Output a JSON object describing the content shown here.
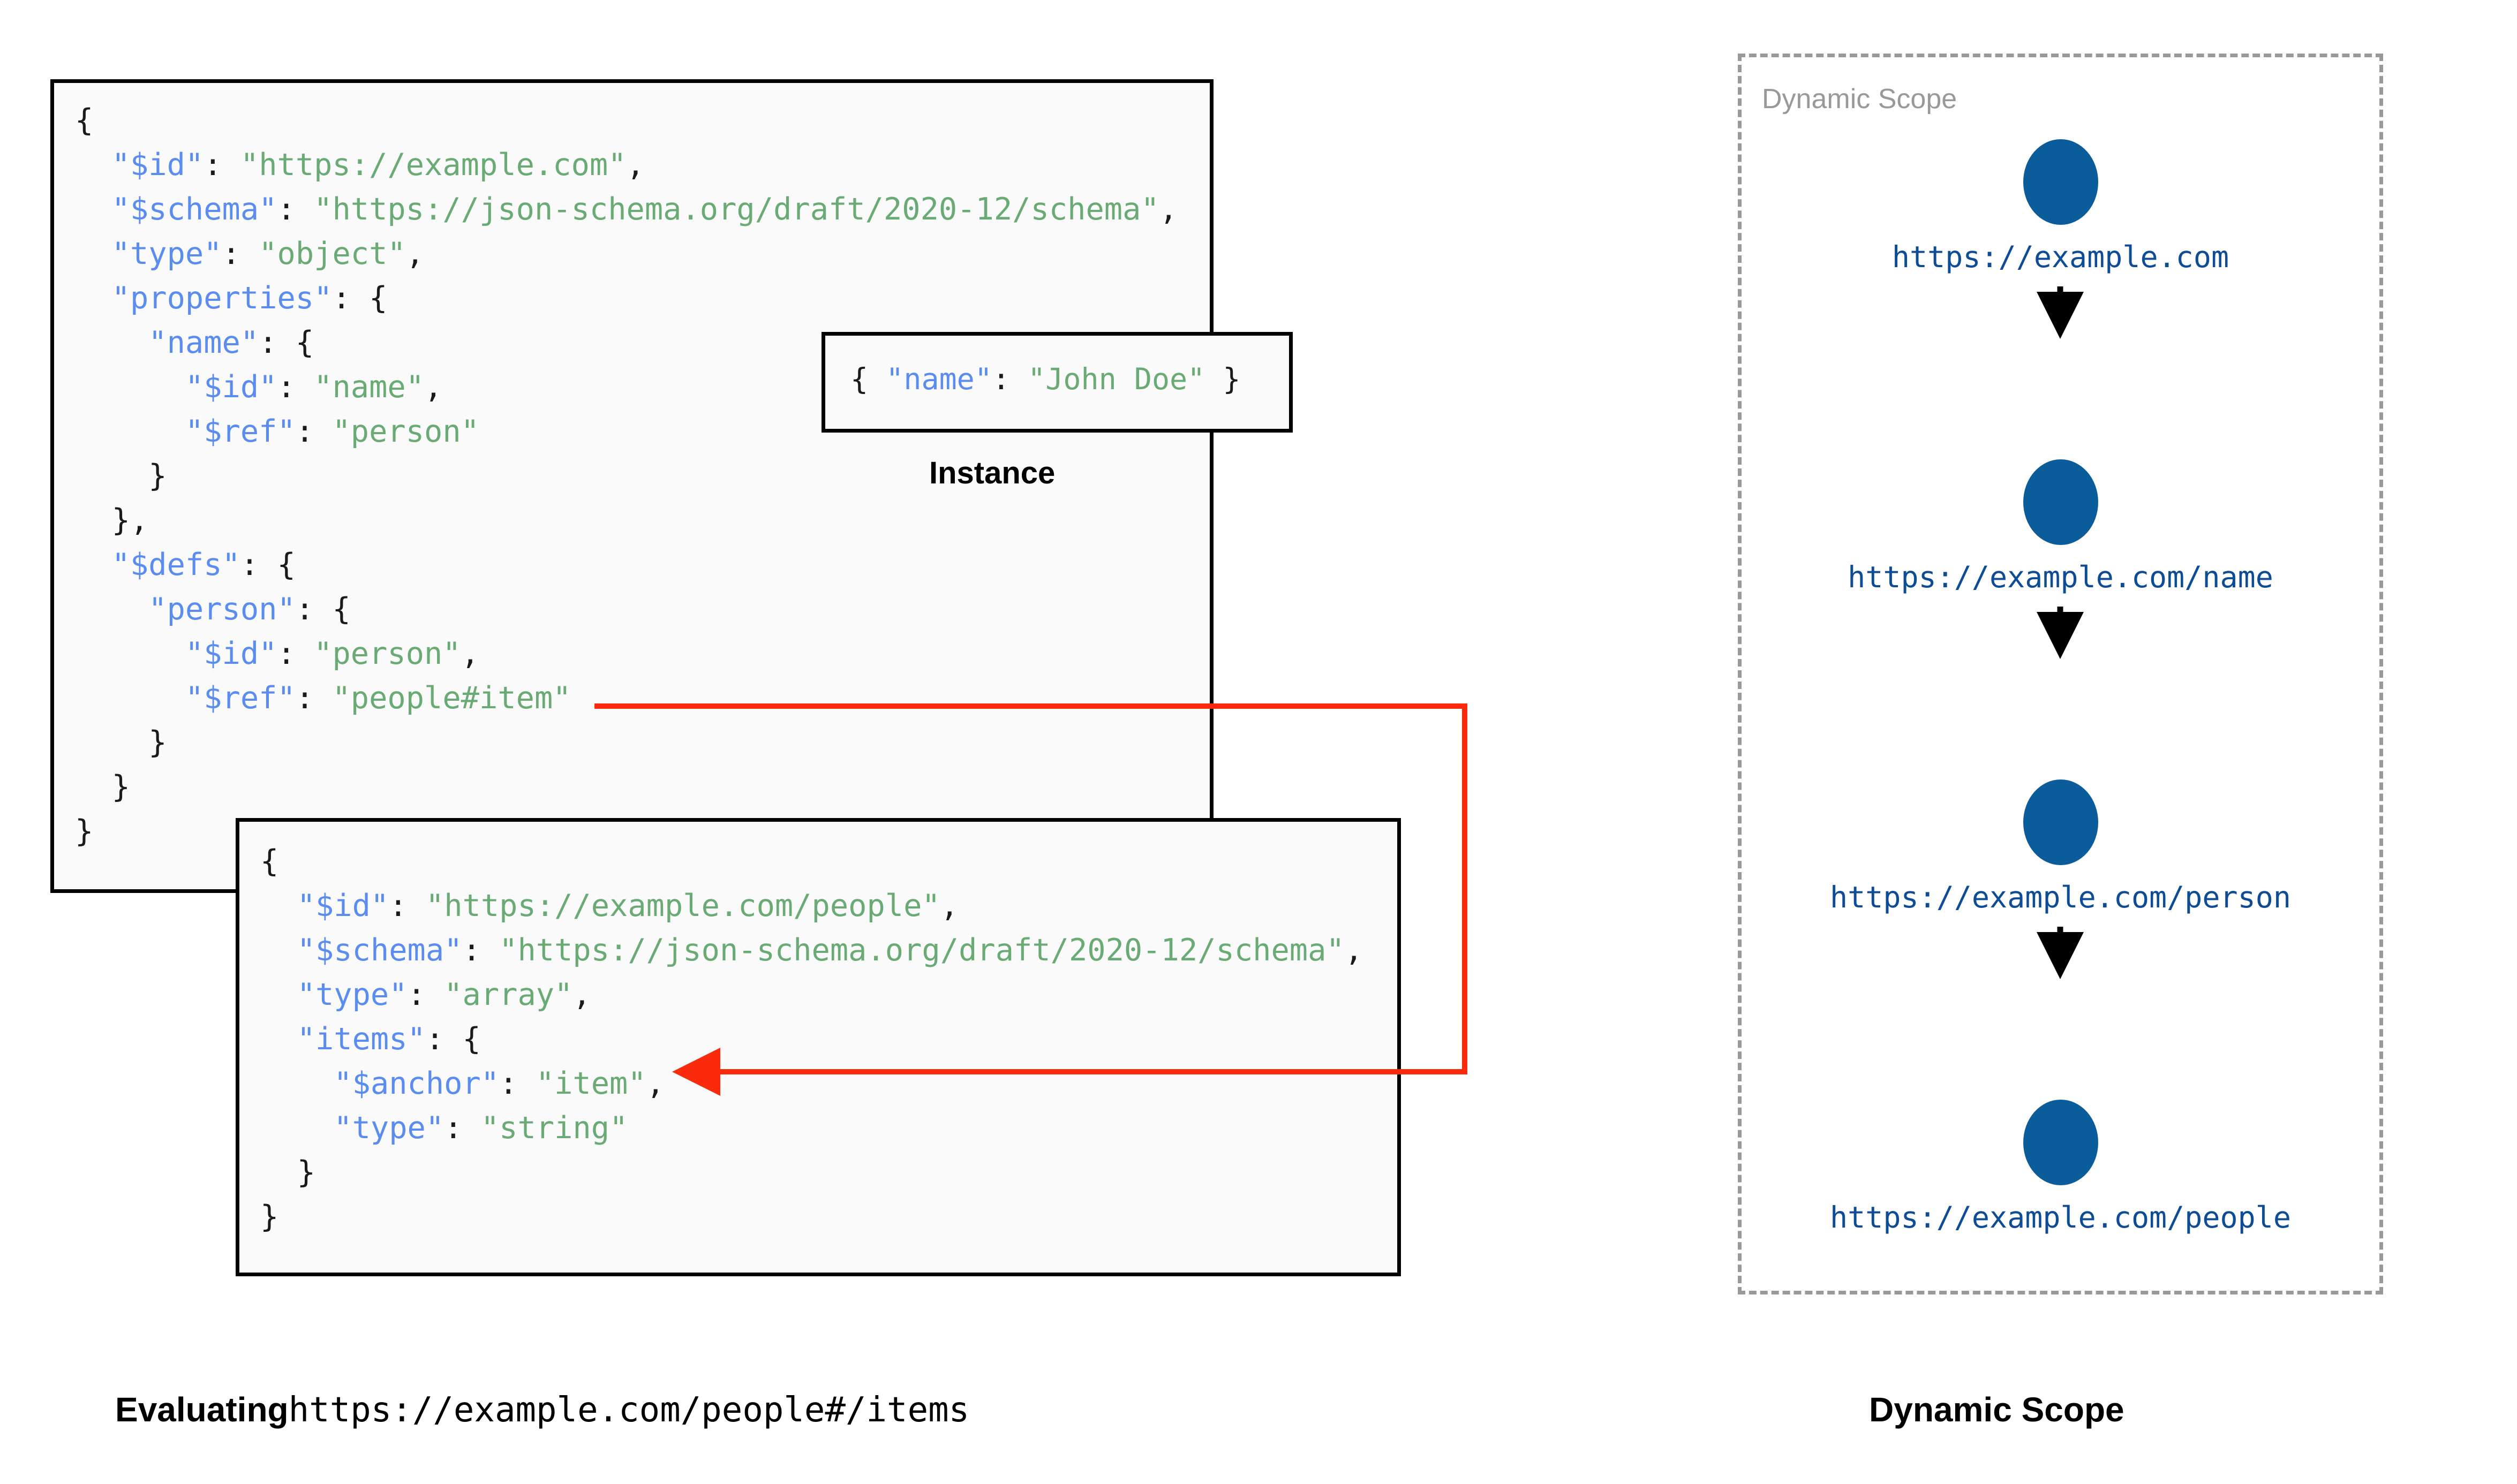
{
  "diagram": {
    "schema_root": {
      "lines": [
        [
          {
            "t": "{",
            "c": "p"
          }
        ],
        [
          {
            "t": "  ",
            "c": "p"
          },
          {
            "t": "\"$id\"",
            "c": "k"
          },
          {
            "t": ": ",
            "c": "p"
          },
          {
            "t": "\"https://example.com\"",
            "c": "s"
          },
          {
            "t": ",",
            "c": "p"
          }
        ],
        [
          {
            "t": "  ",
            "c": "p"
          },
          {
            "t": "\"$schema\"",
            "c": "k"
          },
          {
            "t": ": ",
            "c": "p"
          },
          {
            "t": "\"https://json-schema.org/draft/2020-12/schema\"",
            "c": "s"
          },
          {
            "t": ",",
            "c": "p"
          }
        ],
        [
          {
            "t": "  ",
            "c": "p"
          },
          {
            "t": "\"type\"",
            "c": "k"
          },
          {
            "t": ": ",
            "c": "p"
          },
          {
            "t": "\"object\"",
            "c": "s"
          },
          {
            "t": ",",
            "c": "p"
          }
        ],
        [
          {
            "t": "  ",
            "c": "p"
          },
          {
            "t": "\"properties\"",
            "c": "k"
          },
          {
            "t": ": {",
            "c": "p"
          }
        ],
        [
          {
            "t": "    ",
            "c": "p"
          },
          {
            "t": "\"name\"",
            "c": "k"
          },
          {
            "t": ": {",
            "c": "p"
          }
        ],
        [
          {
            "t": "      ",
            "c": "p"
          },
          {
            "t": "\"$id\"",
            "c": "k"
          },
          {
            "t": ": ",
            "c": "p"
          },
          {
            "t": "\"name\"",
            "c": "s"
          },
          {
            "t": ",",
            "c": "p"
          }
        ],
        [
          {
            "t": "      ",
            "c": "p"
          },
          {
            "t": "\"$ref\"",
            "c": "k"
          },
          {
            "t": ": ",
            "c": "p"
          },
          {
            "t": "\"person\"",
            "c": "s"
          }
        ],
        [
          {
            "t": "    }",
            "c": "p"
          }
        ],
        [
          {
            "t": "  },",
            "c": "p"
          }
        ],
        [
          {
            "t": "  ",
            "c": "p"
          },
          {
            "t": "\"$defs\"",
            "c": "k"
          },
          {
            "t": ": {",
            "c": "p"
          }
        ],
        [
          {
            "t": "    ",
            "c": "p"
          },
          {
            "t": "\"person\"",
            "c": "k"
          },
          {
            "t": ": {",
            "c": "p"
          }
        ],
        [
          {
            "t": "      ",
            "c": "p"
          },
          {
            "t": "\"$id\"",
            "c": "k"
          },
          {
            "t": ": ",
            "c": "p"
          },
          {
            "t": "\"person\"",
            "c": "s"
          },
          {
            "t": ",",
            "c": "p"
          }
        ],
        [
          {
            "t": "      ",
            "c": "p"
          },
          {
            "t": "\"$ref\"",
            "c": "k"
          },
          {
            "t": ": ",
            "c": "p"
          },
          {
            "t": "\"people#item\"",
            "c": "s"
          }
        ],
        [
          {
            "t": "    }",
            "c": "p"
          }
        ],
        [
          {
            "t": "  }",
            "c": "p"
          }
        ],
        [
          {
            "t": "}",
            "c": "p"
          }
        ]
      ]
    },
    "schema_people": {
      "lines": [
        [
          {
            "t": "{",
            "c": "p"
          }
        ],
        [
          {
            "t": "  ",
            "c": "p"
          },
          {
            "t": "\"$id\"",
            "c": "k"
          },
          {
            "t": ": ",
            "c": "p"
          },
          {
            "t": "\"https://example.com/people\"",
            "c": "s"
          },
          {
            "t": ",",
            "c": "p"
          }
        ],
        [
          {
            "t": "  ",
            "c": "p"
          },
          {
            "t": "\"$schema\"",
            "c": "k"
          },
          {
            "t": ": ",
            "c": "p"
          },
          {
            "t": "\"https://json-schema.org/draft/2020-12/schema\"",
            "c": "s"
          },
          {
            "t": ",",
            "c": "p"
          }
        ],
        [
          {
            "t": "  ",
            "c": "p"
          },
          {
            "t": "\"type\"",
            "c": "k"
          },
          {
            "t": ": ",
            "c": "p"
          },
          {
            "t": "\"array\"",
            "c": "s"
          },
          {
            "t": ",",
            "c": "p"
          }
        ],
        [
          {
            "t": "  ",
            "c": "p"
          },
          {
            "t": "\"items\"",
            "c": "k"
          },
          {
            "t": ": {",
            "c": "p"
          }
        ],
        [
          {
            "t": "    ",
            "c": "p"
          },
          {
            "t": "\"$anchor\"",
            "c": "k"
          },
          {
            "t": ": ",
            "c": "p"
          },
          {
            "t": "\"item\"",
            "c": "s"
          },
          {
            "t": ",",
            "c": "p"
          }
        ],
        [
          {
            "t": "    ",
            "c": "p"
          },
          {
            "t": "\"type\"",
            "c": "k"
          },
          {
            "t": ": ",
            "c": "p"
          },
          {
            "t": "\"string\"",
            "c": "s"
          }
        ],
        [
          {
            "t": "  }",
            "c": "p"
          }
        ],
        [
          {
            "t": "}",
            "c": "p"
          }
        ]
      ]
    },
    "instance": {
      "label": "Instance",
      "lines": [
        [
          {
            "t": "{ ",
            "c": "p"
          },
          {
            "t": "\"name\"",
            "c": "k"
          },
          {
            "t": ": ",
            "c": "p"
          },
          {
            "t": "\"John Doe\"",
            "c": "s"
          },
          {
            "t": " }",
            "c": "p"
          }
        ]
      ]
    },
    "reference_arrow": {
      "from": "\"$ref\": \"people#item\"",
      "to": "\"$anchor\": \"item\"",
      "color": "#f92b0c"
    },
    "dynamic_scope": {
      "panel_label": "Dynamic Scope",
      "node_color": "#0b5c9b",
      "label_color": "#0f4c96",
      "nodes": [
        {
          "label": "https://example.com"
        },
        {
          "label": "https://example.com/name"
        },
        {
          "label": "https://example.com/person"
        },
        {
          "label": "https://example.com/people"
        }
      ]
    },
    "captions": {
      "left_bold": "Evaluating",
      "left_mono": "https://example.com/people#/items",
      "right": "Dynamic Scope"
    }
  }
}
